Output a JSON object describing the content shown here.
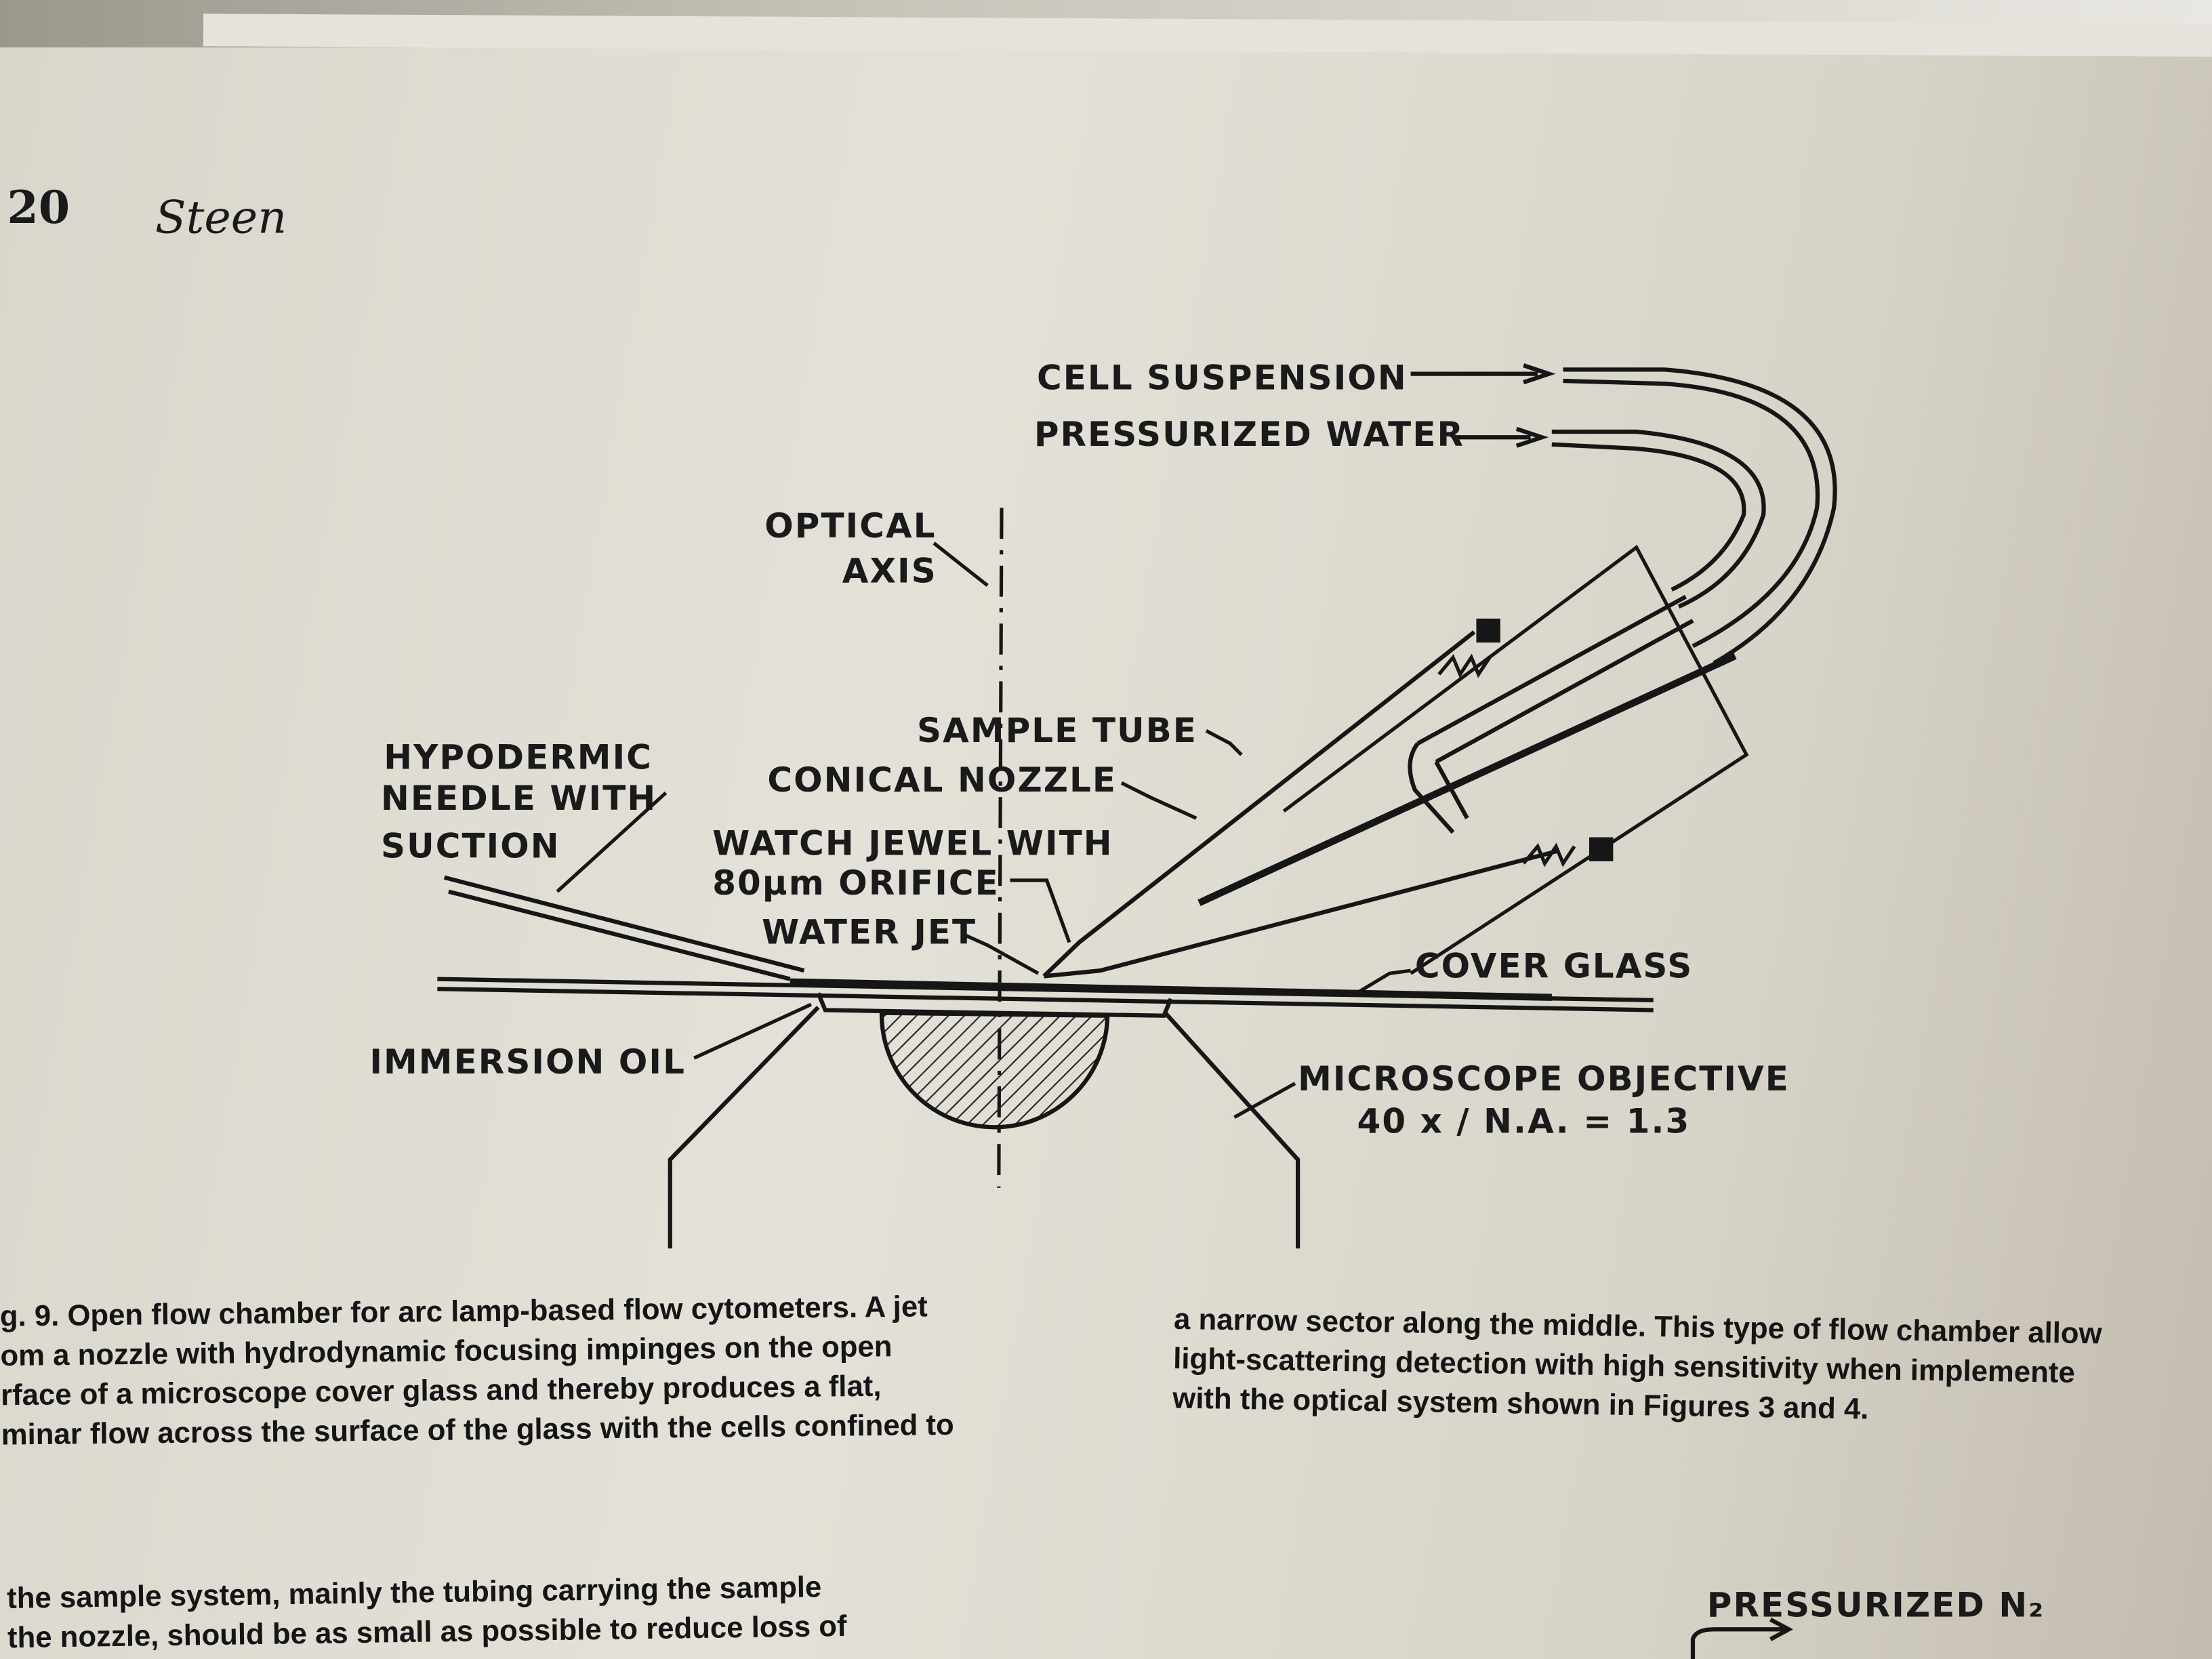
{
  "header": {
    "page_number": "20",
    "author": "Steen"
  },
  "diagram": {
    "labels": {
      "cell_suspension": "CELL SUSPENSION",
      "pressurized_water": "PRESSURIZED WATER",
      "optical_axis_1": "OPTICAL",
      "optical_axis_2": "AXIS",
      "hypodermic_1": "HYPODERMIC",
      "hypodermic_2": "NEEDLE WITH",
      "hypodermic_3": "SUCTION",
      "sample_tube": "SAMPLE TUBE",
      "conical_nozzle": "CONICAL NOZZLE",
      "watch_jewel_1": "WATCH JEWEL WITH",
      "watch_jewel_2": "80µm ORIFICE",
      "water_jet": "WATER JET",
      "cover_glass": "COVER GLASS",
      "immersion_oil": "IMMERSION OIL",
      "objective_1": "MICROSCOPE OBJECTIVE",
      "objective_2": "40 x / N.A. = 1.3"
    }
  },
  "caption_left": [
    "g. 9. Open flow chamber for arc lamp-based flow cytometers. A jet",
    "om a nozzle with hydrodynamic focusing impinges on the open",
    "rface of a microscope cover glass and thereby produces a flat,",
    "minar flow across the surface of the glass with the cells confined to"
  ],
  "caption_right": [
    "a narrow sector along the middle. This type of flow chamber allow",
    "light-scattering detection with high sensitivity when implemente",
    "with the optical system shown in Figures 3 and 4."
  ],
  "body_left": [
    "the sample system, mainly the tubing carrying the sample",
    "the nozzle, should be as small as possible to reduce loss of"
  ],
  "next_figure_label": "PRESSURIZED N₂"
}
